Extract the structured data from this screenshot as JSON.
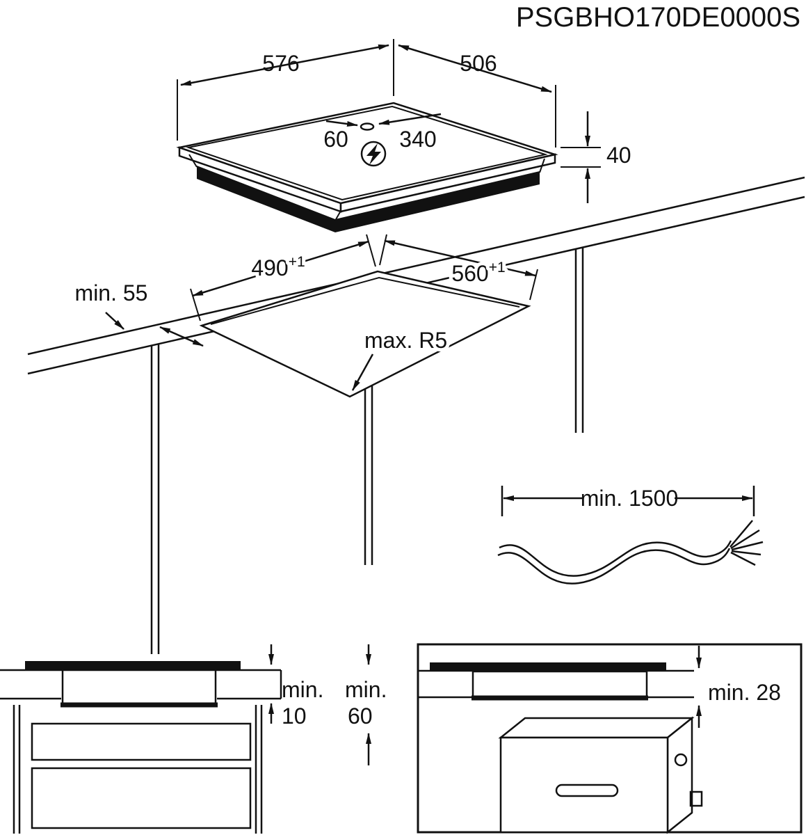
{
  "product_code": "PSGBHO170DE0000S",
  "hob_top": {
    "width": "576",
    "depth": "506",
    "center_offset": "60",
    "center_span": "340",
    "height": "40"
  },
  "cutout": {
    "depth": "490",
    "depth_tolerance": "+1",
    "width": "560",
    "width_tolerance": "+1",
    "edge_clearance": "min. 55",
    "corner_radius": "max. R5"
  },
  "cable": {
    "length": "min. 1500"
  },
  "clearances": {
    "gap1_prefix": "min.",
    "gap1_value": "10",
    "gap2_prefix": "min.",
    "gap2_value": "60",
    "oven_gap": "min. 28"
  }
}
